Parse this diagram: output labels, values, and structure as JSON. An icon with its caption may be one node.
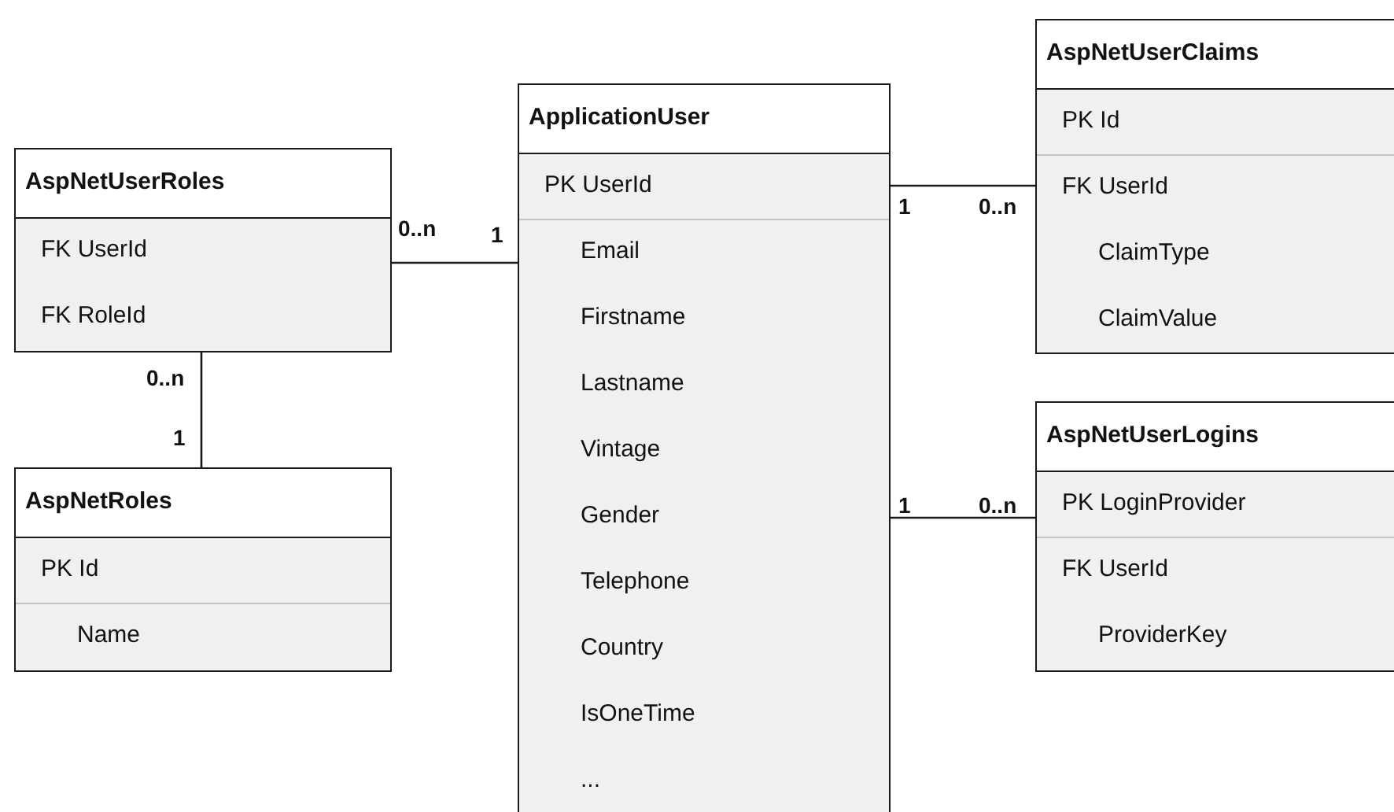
{
  "diagram": {
    "nodes": [
      {
        "text": [
          "AspNetUserRoles",
          "FK UserId",
          "FK RoleId"
        ]
      },
      {
        "text": [
          "AspNetRoles",
          "PK Id",
          "Name"
        ]
      },
      {
        "text": [
          "ApplicationUser",
          "PK UserId",
          "Email",
          "Firstname",
          "Lastname",
          "Vintage",
          "Gender",
          "Telephone",
          "Country",
          "IsOneTime",
          "..."
        ]
      },
      {
        "text": [
          "AspNetUserClaims",
          "PK Id",
          "FK UserId",
          "ClaimType",
          "ClaimValue"
        ]
      },
      {
        "text": [
          "AspNetUserLogins",
          "PK LoginProvider",
          "FK UserId",
          "ProviderKey"
        ]
      }
    ],
    "edges": [
      {
        "from": 0,
        "to": 2,
        "arrow": "none"
      },
      {
        "from": 0,
        "to": 1,
        "arrow": "none"
      },
      {
        "from": 2,
        "to": 3,
        "arrow": "none"
      },
      {
        "from": 2,
        "to": 4,
        "arrow": "none"
      }
    ],
    "labels": [
      "0..n",
      "1",
      "0..n",
      "1",
      "1",
      "0..n",
      "1",
      "0..n"
    ]
  }
}
